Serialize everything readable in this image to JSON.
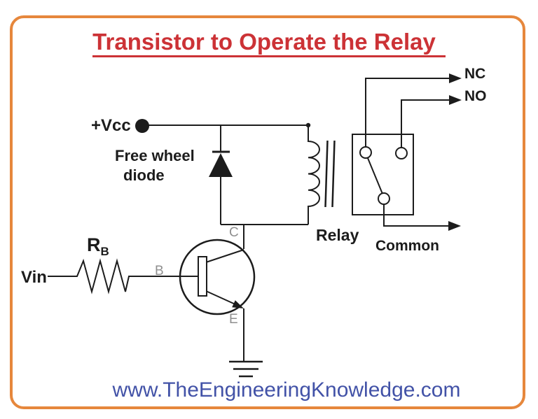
{
  "title": "Transistor to Operate the Relay",
  "watermark": "www.TheEngineeringKnowledge.com",
  "labels": {
    "vcc": "+Vcc",
    "freewheel_line1": "Free wheel",
    "freewheel_line2": "diode",
    "vin": "Vin",
    "resistor_name": "R",
    "resistor_sub": "B",
    "pin_base": "B",
    "pin_collector": "C",
    "pin_emitter": "E",
    "relay": "Relay",
    "contact_nc": "NC",
    "contact_no": "NO",
    "contact_common": "Common"
  },
  "colors": {
    "border_orange": "#e6873c",
    "title_red": "#cc3236",
    "watermark_blue": "#4252a7",
    "wire_black": "#1c1c1c",
    "pin_label_gray": "#8f8f8f"
  }
}
